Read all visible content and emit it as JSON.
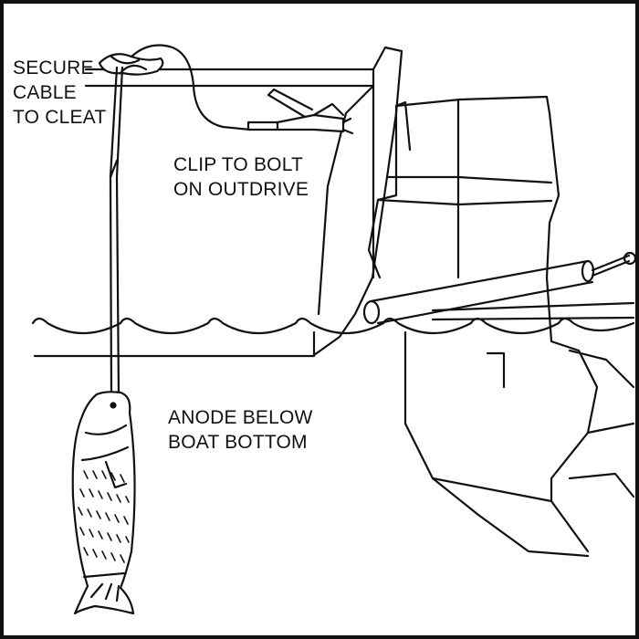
{
  "labels": {
    "secure_cable": [
      "SECURE",
      "CABLE",
      "TO CLEAT"
    ],
    "clip_to_bolt": [
      "CLIP TO BOLT",
      "ON OUTDRIVE"
    ],
    "anode_below": [
      "ANODE BELOW",
      "BOAT BOTTOM"
    ]
  },
  "colors": {
    "ink": "#111111",
    "background": "#ffffff"
  }
}
